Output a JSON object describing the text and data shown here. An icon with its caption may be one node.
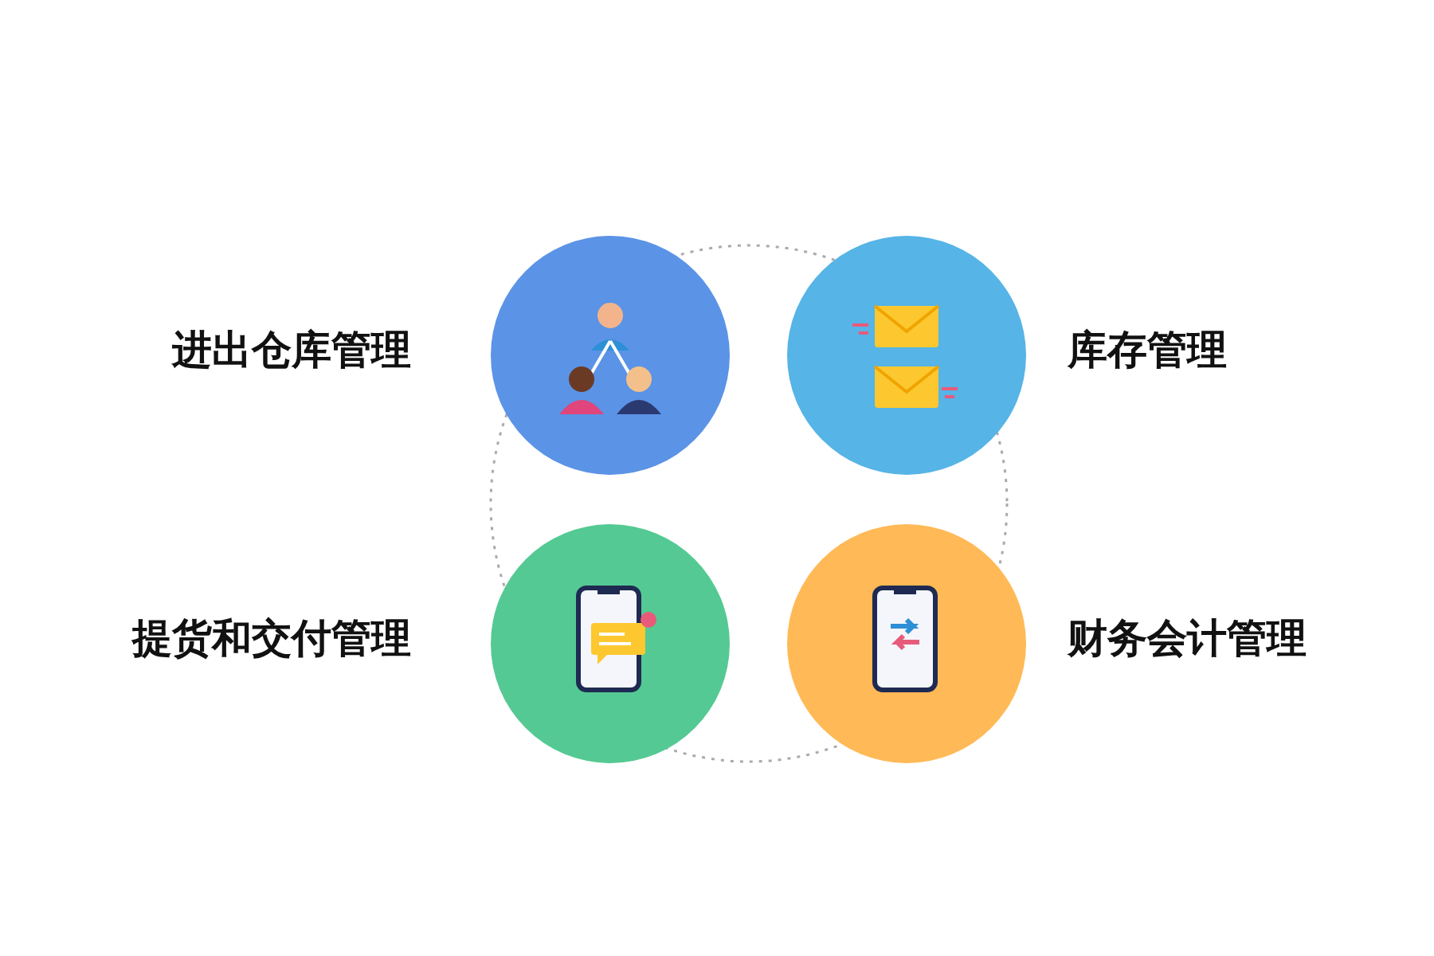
{
  "diagram": {
    "nodes": [
      {
        "text": [],
        "shape": "circle",
        "beside": [
          "进出仓库管理"
        ]
      },
      {
        "text": [],
        "shape": "circle",
        "beside": [
          "库存管理"
        ]
      },
      {
        "text": [],
        "shape": "circle",
        "beside": [
          "提货和交付管理"
        ]
      },
      {
        "text": [],
        "shape": "circle",
        "beside": [
          "财务会计管理"
        ]
      }
    ],
    "edges": []
  }
}
